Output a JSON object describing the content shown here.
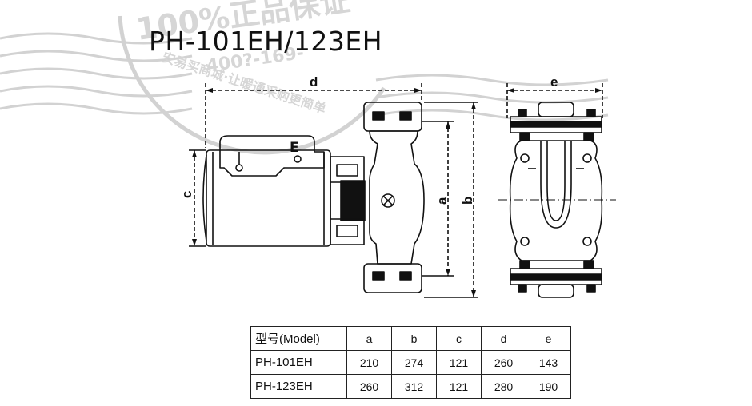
{
  "title": "PH-101EH/123EH",
  "watermark": {
    "line1": "100%正品保证",
    "line2": "400?-169-",
    "line3": "安易买商城·让暖通采购更简单",
    "color": "#b8b8b8"
  },
  "dimensions": {
    "a": "a",
    "b": "b",
    "c": "c",
    "d": "d",
    "e": "e"
  },
  "motor_mark": "E",
  "table": {
    "headers": [
      "型号(Model)",
      "a",
      "b",
      "c",
      "d",
      "e"
    ],
    "rows": [
      [
        "PH-101EH",
        "210",
        "274",
        "121",
        "260",
        "143"
      ],
      [
        "PH-123EH",
        "260",
        "312",
        "121",
        "280",
        "190"
      ]
    ]
  }
}
